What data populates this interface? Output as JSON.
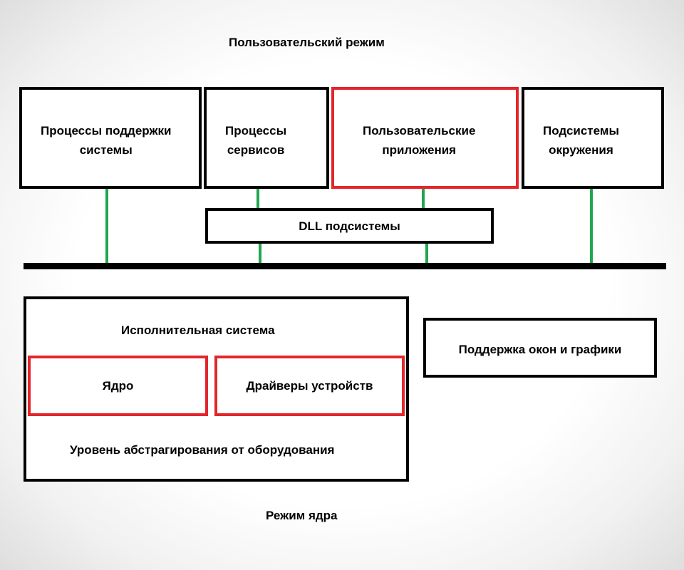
{
  "user_mode": {
    "title": "Пользовательский режим",
    "boxes": [
      {
        "label": "Процессы поддержки\nсистемы",
        "highlighted": false
      },
      {
        "label": "Процессы\nсервисов",
        "highlighted": false
      },
      {
        "label": "Пользовательские\nприложения",
        "highlighted": true
      },
      {
        "label": "Подсистемы\nокружения",
        "highlighted": false
      }
    ],
    "dll_label": "DLL подсистемы"
  },
  "kernel_mode": {
    "executive_label": "Исполнительная система",
    "kernel_label": "Ядро",
    "drivers_label": "Драйверы устройств",
    "hal_label": "Уровень абстрагирования от оборудования",
    "windowing_label": "Поддержка окон и графики",
    "title": "Режим ядра"
  },
  "colors": {
    "box_border": "#000000",
    "highlight_border": "#e3262b",
    "connector": "#21a650",
    "bus": "#000000"
  }
}
